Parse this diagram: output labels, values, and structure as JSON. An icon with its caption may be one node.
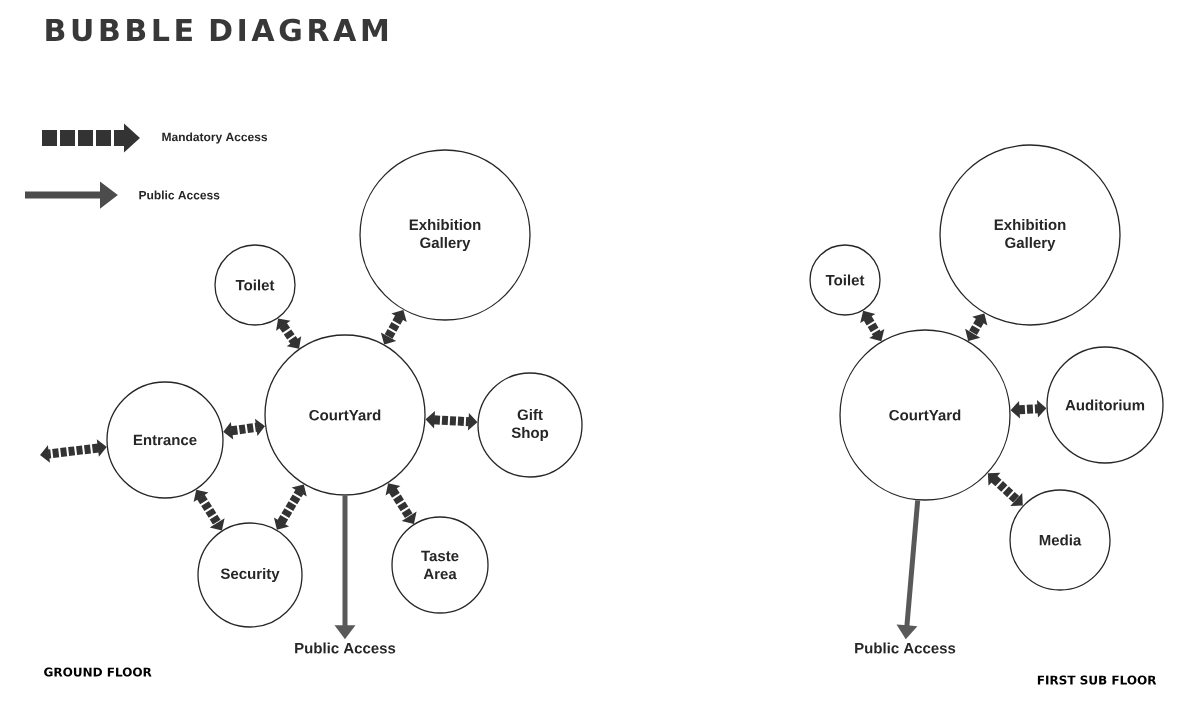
{
  "diagram": {
    "title": "BUBBLE DIAGRAM",
    "nodes": [
      {
        "text": [
          "Exhibition Gallery"
        ]
      },
      {
        "text": [
          "Toilet"
        ]
      },
      {
        "text": [
          "CourtYard"
        ]
      },
      {
        "text": [
          "Entrance"
        ]
      },
      {
        "text": [
          "Gift Shop"
        ]
      },
      {
        "text": [
          "Security"
        ]
      },
      {
        "text": [
          "Taste Area"
        ]
      },
      {
        "text": [
          "Public Access"
        ]
      },
      {
        "text": [
          "Toilet"
        ]
      },
      {
        "text": [
          "Exhibition Gallery"
        ]
      },
      {
        "text": [
          "Auditorium"
        ]
      },
      {
        "text": [
          "CourtYard"
        ]
      },
      {
        "text": [
          "Media"
        ]
      },
      {
        "text": [
          "Public Access"
        ]
      }
    ],
    "edges": [
      {
        "from": 1,
        "to": 2,
        "arrow": "both",
        "style": "dashed"
      },
      {
        "from": 0,
        "to": 2,
        "arrow": "both",
        "style": "dashed"
      },
      {
        "from": 3,
        "to": 2,
        "arrow": "both",
        "style": "dashed"
      },
      {
        "from": 2,
        "to": 4,
        "arrow": "both",
        "style": "dashed"
      },
      {
        "from": 3,
        "to": 5,
        "arrow": "both",
        "style": "dashed"
      },
      {
        "from": 5,
        "to": 2,
        "arrow": "both",
        "style": "dashed"
      },
      {
        "from": 2,
        "to": 6,
        "arrow": "both",
        "style": "dashed"
      },
      {
        "from": 2,
        "to": 7,
        "arrow": "to"
      },
      {
        "from": 3,
        "to": null,
        "arrow": "both",
        "style": "dashed"
      },
      {
        "from": 8,
        "to": 11,
        "arrow": "both",
        "style": "dashed"
      },
      {
        "from": 9,
        "to": 11,
        "arrow": "both",
        "style": "dashed"
      },
      {
        "from": 11,
        "to": 10,
        "arrow": "both",
        "style": "dashed"
      },
      {
        "from": 11,
        "to": 12,
        "arrow": "both",
        "style": "dashed"
      },
      {
        "from": 11,
        "to": 13,
        "arrow": "to"
      }
    ],
    "labels": [
      "GROUND FLOOR",
      "FIRST SUB FLOOR"
    ],
    "legend": [
      {
        "text": "Mandatory Access"
      },
      {
        "text": "Public Access"
      }
    ]
  }
}
